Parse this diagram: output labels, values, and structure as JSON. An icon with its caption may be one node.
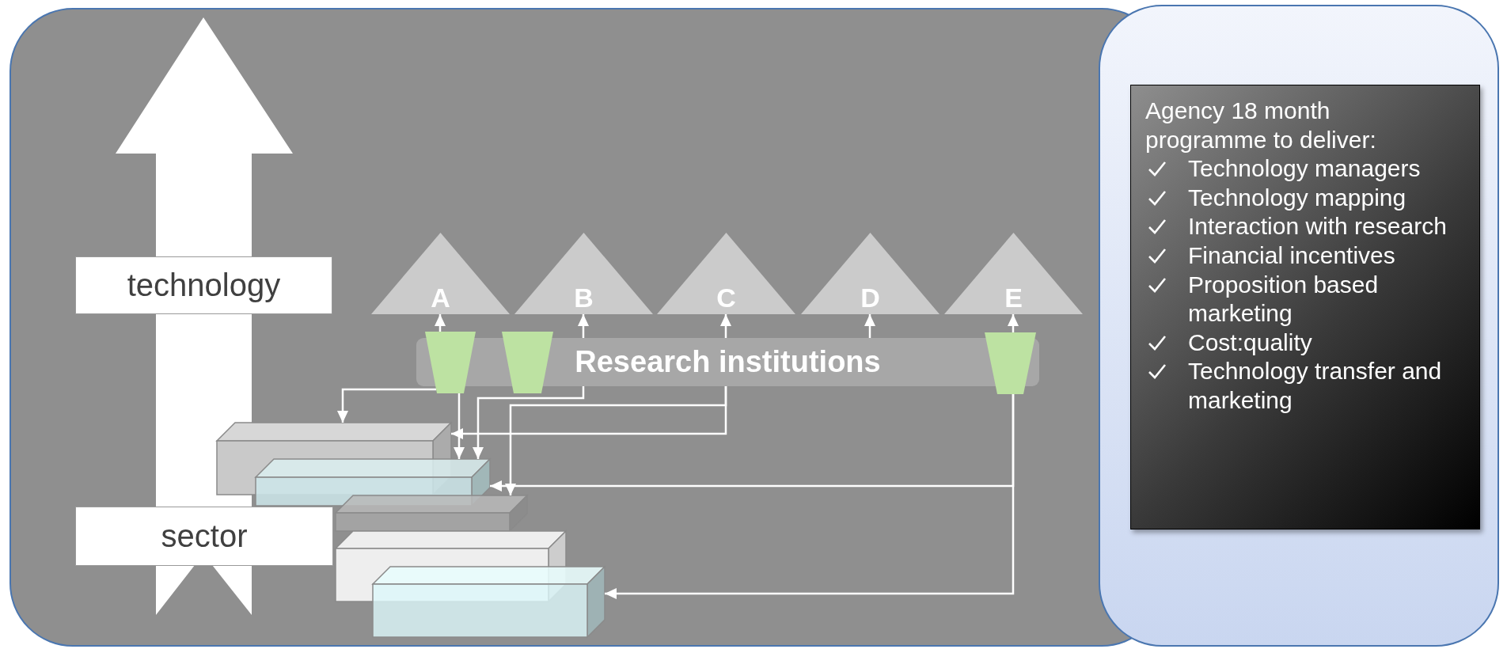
{
  "diagram": {
    "nodes": [
      {
        "text": [
          "technology"
        ]
      },
      {
        "text": [
          "A"
        ]
      },
      {
        "text": [
          "B"
        ]
      },
      {
        "text": [
          "C"
        ]
      },
      {
        "text": [
          "D"
        ]
      },
      {
        "text": [
          "E"
        ]
      },
      {
        "text": [
          "Research institutions"
        ]
      },
      {
        "text": [],
        "shape": "trapezoid"
      },
      {
        "text": [],
        "shape": "trapezoid"
      },
      {
        "text": [],
        "shape": "trapezoid"
      },
      {
        "text": [
          "sector"
        ]
      },
      {
        "text": [],
        "shape": "box"
      },
      {
        "text": [],
        "shape": "box"
      },
      {
        "text": [],
        "shape": "box"
      },
      {
        "text": [],
        "shape": "box"
      },
      {
        "text": [],
        "shape": "box"
      },
      {
        "text": [
          "Agency 18 month programme to deliver:",
          "Technology managers",
          "Technology mapping",
          "Interaction with research",
          "Financial incentives",
          "Proposition based marketing",
          "Cost:quality",
          "Technology transfer and marketing"
        ]
      }
    ],
    "edges": [
      {
        "from": 7,
        "to": 1,
        "arrow": "to"
      },
      {
        "from": 7,
        "to": 11,
        "arrow": "to"
      },
      {
        "from": 7,
        "to": 12,
        "arrow": "to"
      },
      {
        "from": 6,
        "to": 2,
        "arrow": "to"
      },
      {
        "from": 6,
        "to": 12,
        "arrow": "to"
      },
      {
        "from": 6,
        "to": 3,
        "arrow": "to"
      },
      {
        "from": 6,
        "to": 11,
        "arrow": "to"
      },
      {
        "from": 6,
        "to": 13,
        "arrow": "to"
      },
      {
        "from": 6,
        "to": 4,
        "arrow": "to"
      },
      {
        "from": 9,
        "to": 5,
        "arrow": "to"
      },
      {
        "from": 9,
        "to": 12,
        "arrow": "to"
      },
      {
        "from": 9,
        "to": 15,
        "arrow": "to"
      }
    ]
  }
}
